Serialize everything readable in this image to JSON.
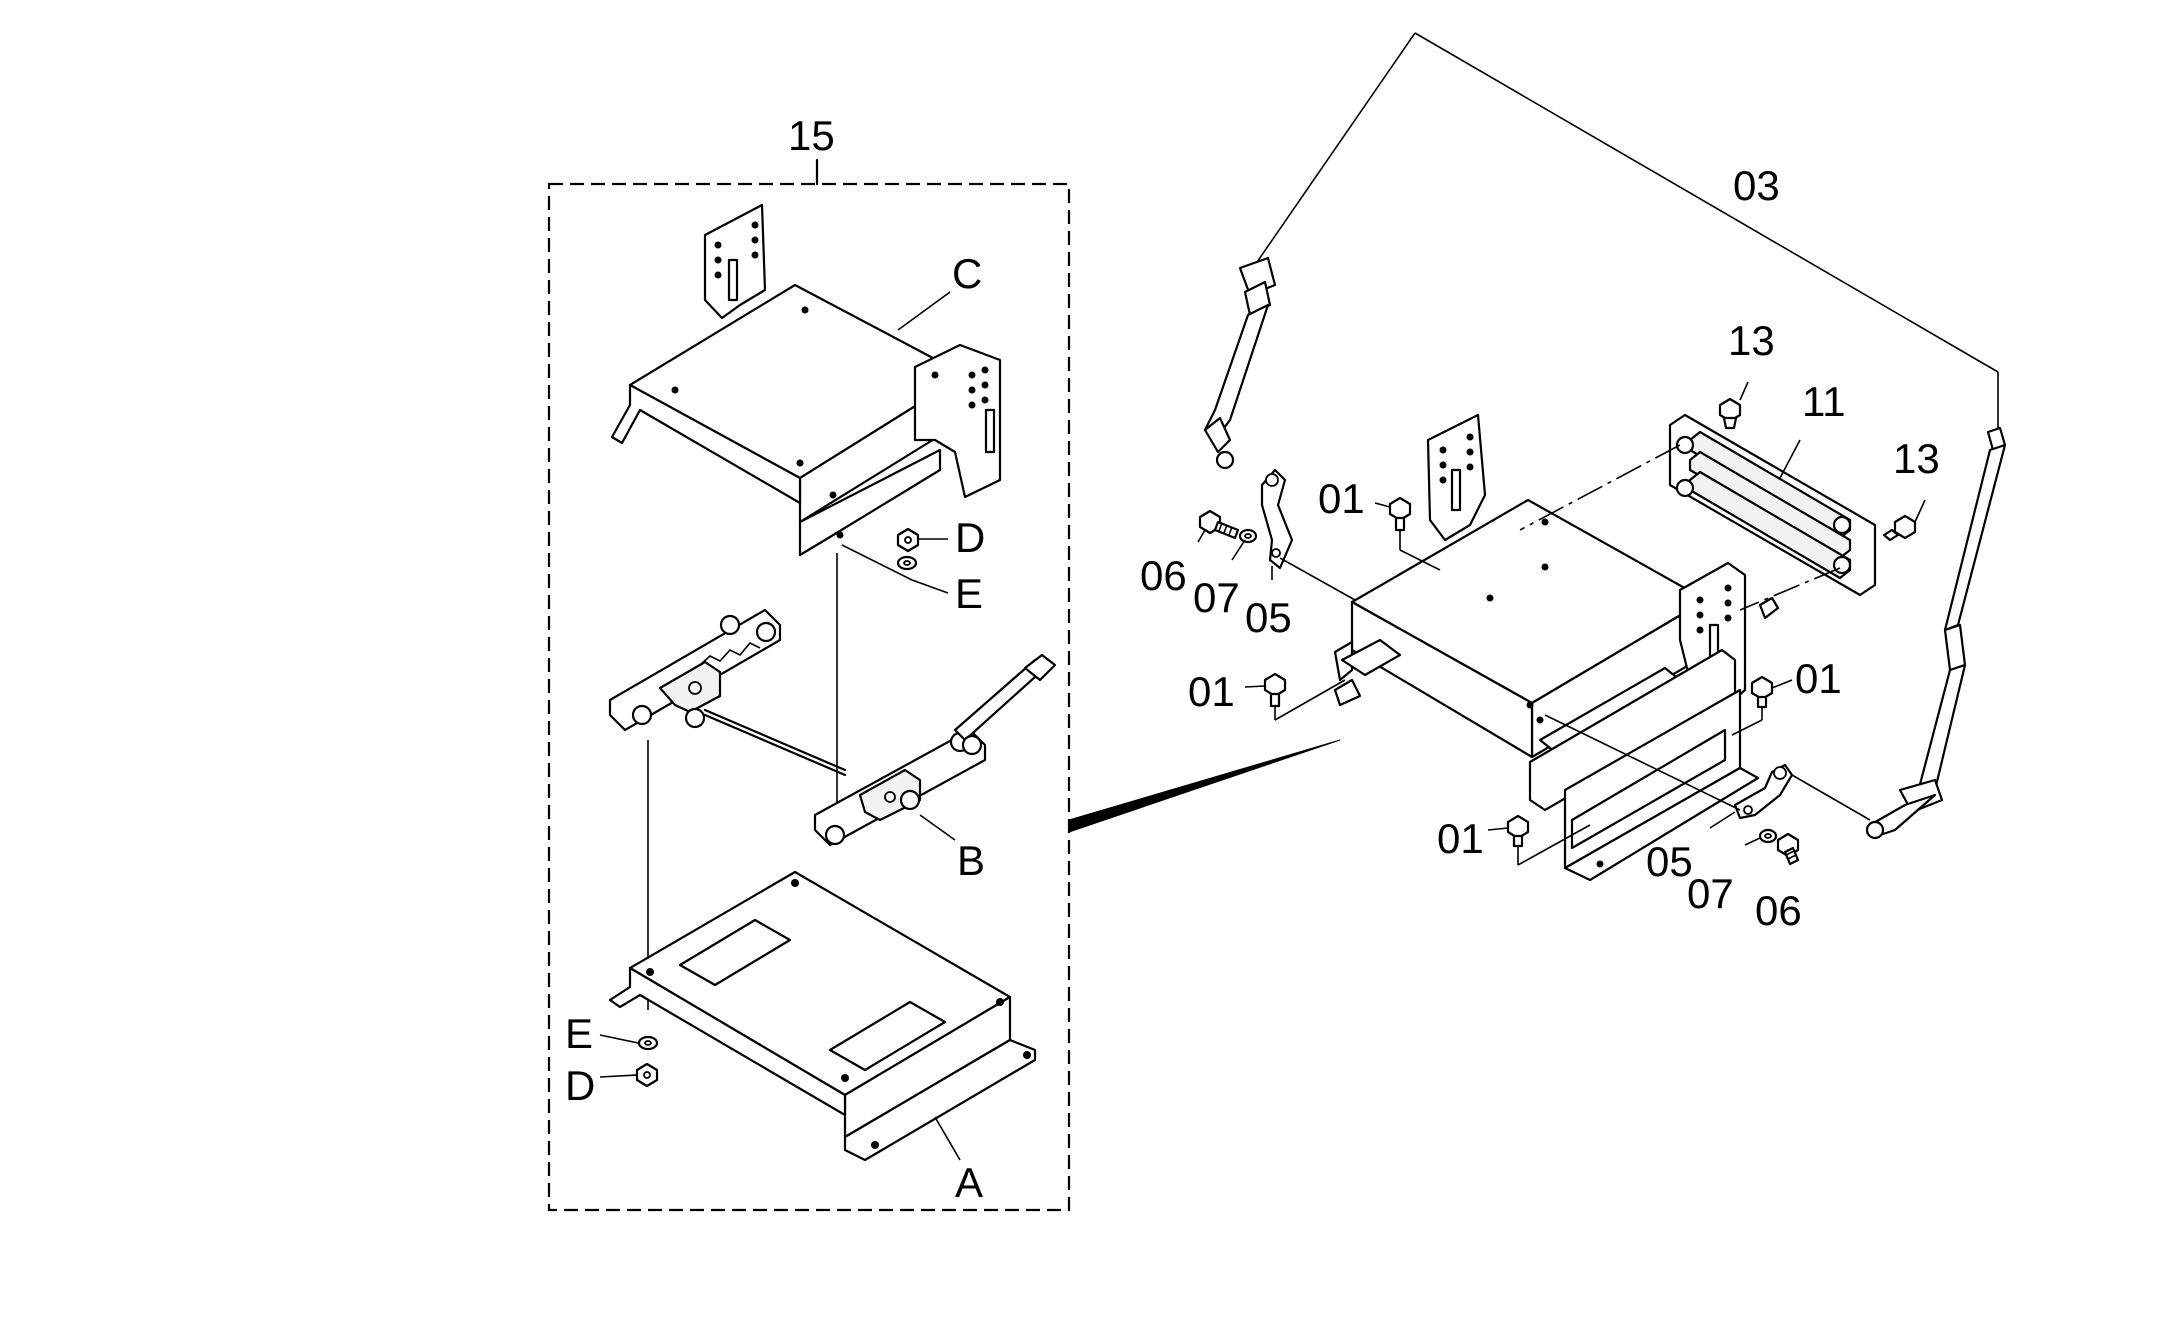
{
  "labels": {
    "assembly_15": "15",
    "part_C": "C",
    "part_D_top": "D",
    "part_E_top": "E",
    "part_B": "B",
    "part_E_bottom": "E",
    "part_D_bottom": "D",
    "part_A": "A",
    "part_03": "03",
    "part_13_left": "13",
    "part_11": "11",
    "part_13_right": "13",
    "part_01_top": "01",
    "part_06_left": "06",
    "part_07_left": "07",
    "part_05_left": "05",
    "part_01_left": "01",
    "part_01_right": "01",
    "part_01_bottom": "01",
    "part_05_right": "05",
    "part_07_right": "07",
    "part_06_right": "06"
  },
  "colors": {
    "ink": "#000000",
    "paper": "#ffffff"
  }
}
